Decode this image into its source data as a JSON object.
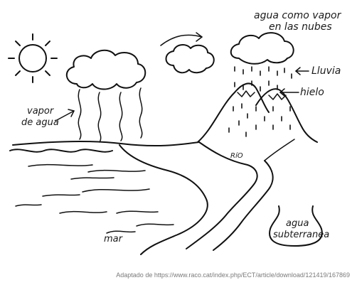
{
  "labels": {
    "cloud_vapor_line1": "agua como vapor",
    "cloud_vapor_line2": "en las nubes",
    "rain": "Lluvia",
    "ice": "hielo",
    "vapor_line1": "vapor",
    "vapor_line2": "de agua",
    "river": "RíO",
    "sea": "mar",
    "ground_line1": "agua",
    "ground_line2": "subterranea"
  },
  "caption": "Adaptado de https://www.raco.cat/index.php/ECT/article/download/121419/167869"
}
